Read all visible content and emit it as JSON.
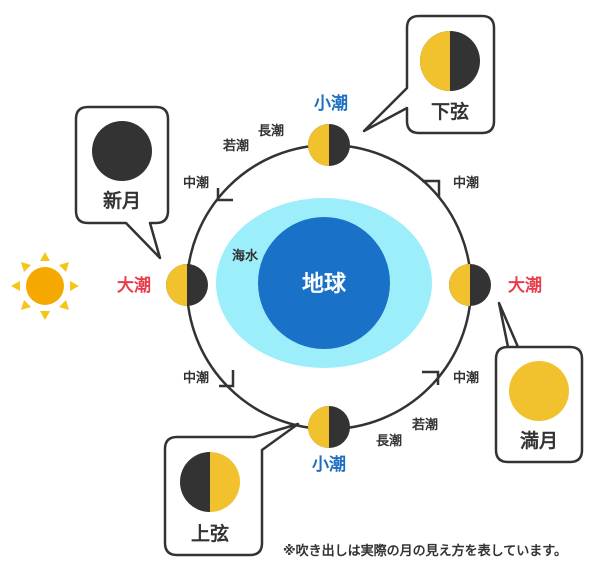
{
  "colors": {
    "spring_tide": "#e83e4c",
    "neap_tide": "#1f6fc0",
    "moon_lit": "#f2c22e",
    "moon_dark": "#333333",
    "sea": "#9ceefb",
    "earth": "#1a72c8",
    "sun": "#f5a800",
    "sun_rays": "#f5c518"
  },
  "labels": {
    "earth": "地球",
    "sea": "海水",
    "spring_tide_left": "大潮",
    "spring_tide_right": "大潮",
    "neap_tide_top": "小潮",
    "neap_tide_bottom": "小潮",
    "long_tide_top": "長潮",
    "young_tide_top": "若潮",
    "long_tide_bottom": "長潮",
    "young_tide_bottom": "若潮",
    "middle_tide_upper_left": "中潮",
    "middle_tide_upper_right": "中潮",
    "middle_tide_lower_left": "中潮",
    "middle_tide_lower_right": "中潮"
  },
  "callouts": {
    "new_moon": "新月",
    "full_moon": "満月",
    "third_quarter": "下弦",
    "first_quarter": "上弦"
  },
  "icons": {
    "sun": "sun-icon",
    "moon": "moon-phase-icon",
    "arrow": "orbit-arrow-icon"
  },
  "footnote": "※吹き出しは実際の月の見え方を表しています。"
}
